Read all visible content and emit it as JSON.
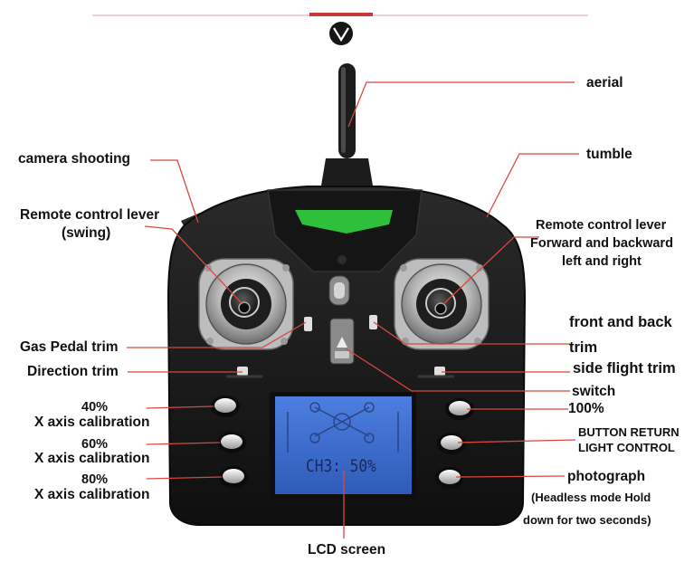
{
  "header": {
    "logo_letter": "V",
    "rule_color": "#c73a3a"
  },
  "colors": {
    "leader_line": "#d8483f",
    "body_dark": "#1b1b1b",
    "lcd_blue": "#3f6fd0",
    "led_green": "#2ec03a"
  },
  "lcd": {
    "readout": "CH3: 50%"
  },
  "labels": {
    "aerial": "aerial",
    "camera_shooting": "camera shooting",
    "tumble": "tumble",
    "left_lever_line1": "Remote control lever",
    "left_lever_line2": "(swing)",
    "right_lever_line1": "Remote control lever",
    "right_lever_line2": "Forward and backward",
    "right_lever_line3": "left and right",
    "gas_pedal_trim": "Gas Pedal trim",
    "direction_trim": "Direction trim",
    "front_back_line1": "front and back",
    "front_back_line2": "trim",
    "side_flight_trim": "side flight trim",
    "switch": "switch",
    "pct100": "100%",
    "pct40": "40%",
    "x_axis_40": "X axis calibration",
    "pct60": "60%",
    "x_axis_60": "X axis calibration",
    "pct80": "80%",
    "x_axis_80": "X axis calibration",
    "button_return": "BUTTON RETURN",
    "light_control": "LIGHT CONTROL",
    "photograph": "photograph",
    "headless_line1": "(Headless mode Hold",
    "headless_line2": "down for two seconds)",
    "lcd_screen": "LCD screen"
  }
}
